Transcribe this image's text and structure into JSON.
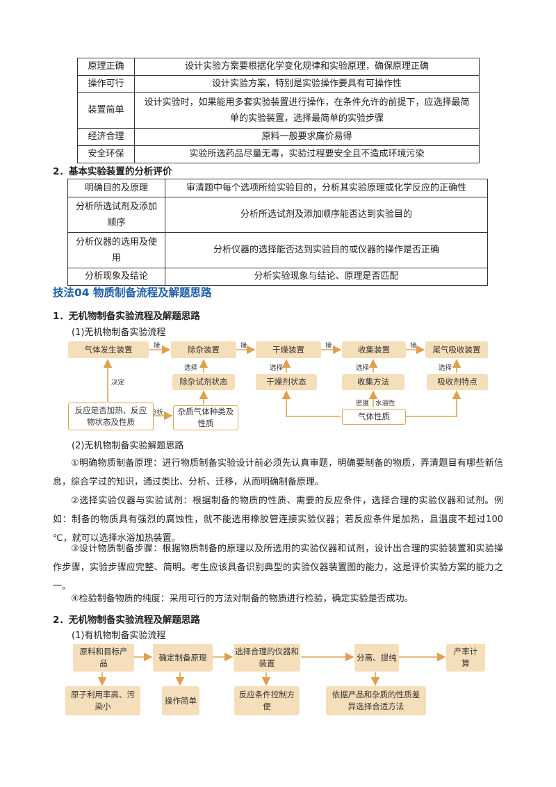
{
  "table1": {
    "rows": [
      [
        "原理正确",
        "设计实验方案要根据化学变化规律和实验原理，确保原理正确"
      ],
      [
        "操作可行",
        "设计实验方案，特别是实验操作要具有可操作性"
      ],
      [
        "装置简单",
        "设计实验时，如果能用多套实验装置进行操作，在条件允许的前提下，应选择最简单的实验装置，选择最简单的实验步骤"
      ],
      [
        "经济合理",
        "原料一般要求廉价易得"
      ],
      [
        "安全环保",
        "实验所选药品尽量无毒，实验过程要安全且不造成环境污染"
      ]
    ]
  },
  "heading2": "2．基本实验装置的分析评价",
  "table2": {
    "rows": [
      [
        "明确目的及原理",
        "审清题中每个选项所给实验目的，分析其实验原理或化学反应的正确性"
      ],
      [
        "分析所选试剂及添加顺序",
        "分析所选试剂及添加顺序能否达到实验目的"
      ],
      [
        "分析仪器的选用及使用",
        "分析仪器的选择能否达到实验目的或仪器的操作是否正确"
      ],
      [
        "分析现象及结论",
        "分析实验现象与结论、原理是否匹配"
      ]
    ]
  },
  "section_title": "技法04  物质制备流程及解题思路",
  "s1_title": "1．无机物制备实验流程及解题思路",
  "s1_sub1": "(1)无机物制备实验流程",
  "flow1": {
    "top": [
      "气体发生装置",
      "除杂装置",
      "干燥装置",
      "收集装置",
      "尾气吸收装置"
    ],
    "connect": "接",
    "choose": "选择",
    "mid": [
      "除杂试剂状态",
      "干燥剂状态",
      "收集方法",
      "吸收剂特点"
    ],
    "decide": "决定",
    "analyze": "分析",
    "reaction": "反应是否加热、反应物状态及性质",
    "impurity": "杂质气体种类及性质",
    "gas_prop": "气体性质",
    "density": "密度",
    "solubility": "水溶性"
  },
  "s1_sub2": "(2)无机物制备实验解题思路",
  "paragraphs": [
    "①明确物质制备原理：进行物质制备实验设计前必须先认真审题，明确要制备的物质，弄清题目有哪些新信息，综合学过的知识，通过类比、分析、迁移，从而明确制备原理。",
    "②选择实验仪器与实验试剂：根据制备的物质的性质、需要的反应条件，选择合理的实验仪器和试剂。例如：制备的物质具有强烈的腐蚀性，就不能选用橡胶管连接实验仪器；若反应条件是加热，且温度不超过100 ℃，就可以选择水浴加热装置。",
    "③设计物质制备步骤：根据物质制备的原理以及所选用的实验仪器和试剂，设计出合理的实验装置和实验操作步骤，实验步骤应完整、简明。考生应该具备识别典型的实验仪器装置图的能力，这是评价实验方案的能力之一。",
    "④检验制备物质的纯度：采用可行的方法对制备的物质进行检验，确定实验是否成功。"
  ],
  "s2_title": "2．无机物制备实验流程及解题思路",
  "s2_sub1": "(1)有机物制备实验流程",
  "flow2": {
    "top": [
      "原料和目标产品",
      "确定制备原理",
      "选择合理的仪器和装置",
      "分离、提纯",
      "产率计算"
    ],
    "bottom": [
      "原子利用率高、污染小",
      "操作简单",
      "反应条件控制方便",
      "依据产品和杂质的性质差异选择合适方法"
    ]
  },
  "colors": {
    "box_fill": "#f5deba",
    "box_border": "#d8a45a",
    "arrow": "#e0a050",
    "heading_blue": "#1f5fa8"
  }
}
